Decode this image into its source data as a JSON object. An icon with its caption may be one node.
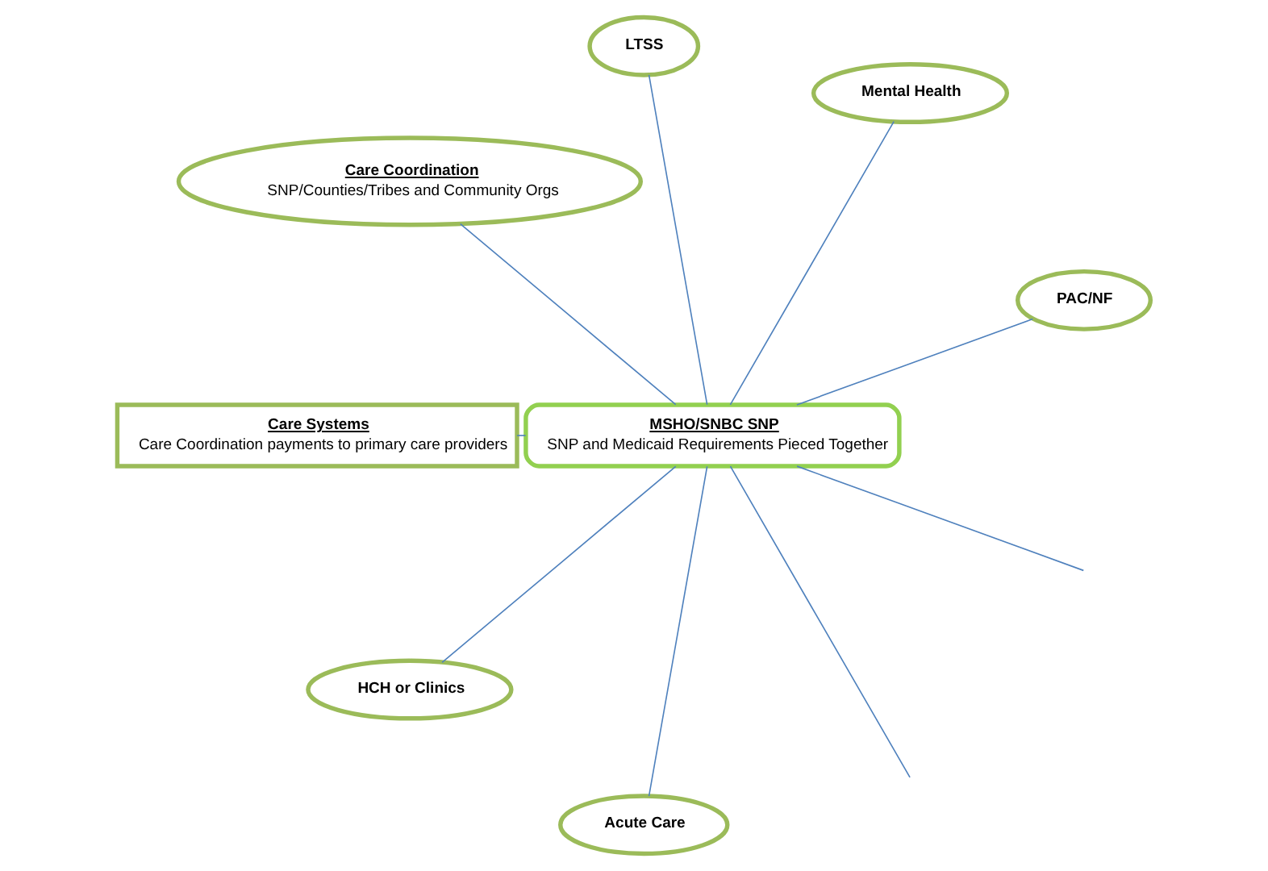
{
  "diagram": {
    "nodes": [
      {
        "text": [
          "MSHO/SNBC SNP",
          "SNP and Medicaid Requirements Pieced Together"
        ]
      },
      {
        "text": [
          "PAC/NF"
        ]
      },
      {
        "text": [
          "Mental Health"
        ]
      },
      {
        "text": [
          "LTSS"
        ]
      },
      {
        "text": [
          "Care Coordination",
          "SNP/Counties/Tribes and Community Orgs"
        ]
      },
      {
        "text": [
          "Care Systems",
          "Care Coordination payments to primary care providers"
        ]
      },
      {
        "text": [
          "HCH or Clinics"
        ]
      },
      {
        "text": [
          "Acute Care"
        ]
      }
    ],
    "edges": [
      {
        "from": null,
        "to": 0,
        "arrow": "none"
      },
      {
        "from": null,
        "to": 0,
        "arrow": "none"
      },
      {
        "from": 0,
        "to": 1,
        "arrow": "none"
      },
      {
        "from": 0,
        "to": 2,
        "arrow": "none"
      },
      {
        "from": 0,
        "to": 3,
        "arrow": "none"
      },
      {
        "from": 0,
        "to": 4,
        "arrow": "none"
      },
      {
        "from": 0,
        "to": 5,
        "arrow": "none"
      },
      {
        "from": 0,
        "to": 6,
        "arrow": "none"
      },
      {
        "from": 0,
        "to": 7,
        "arrow": "none"
      }
    ]
  }
}
